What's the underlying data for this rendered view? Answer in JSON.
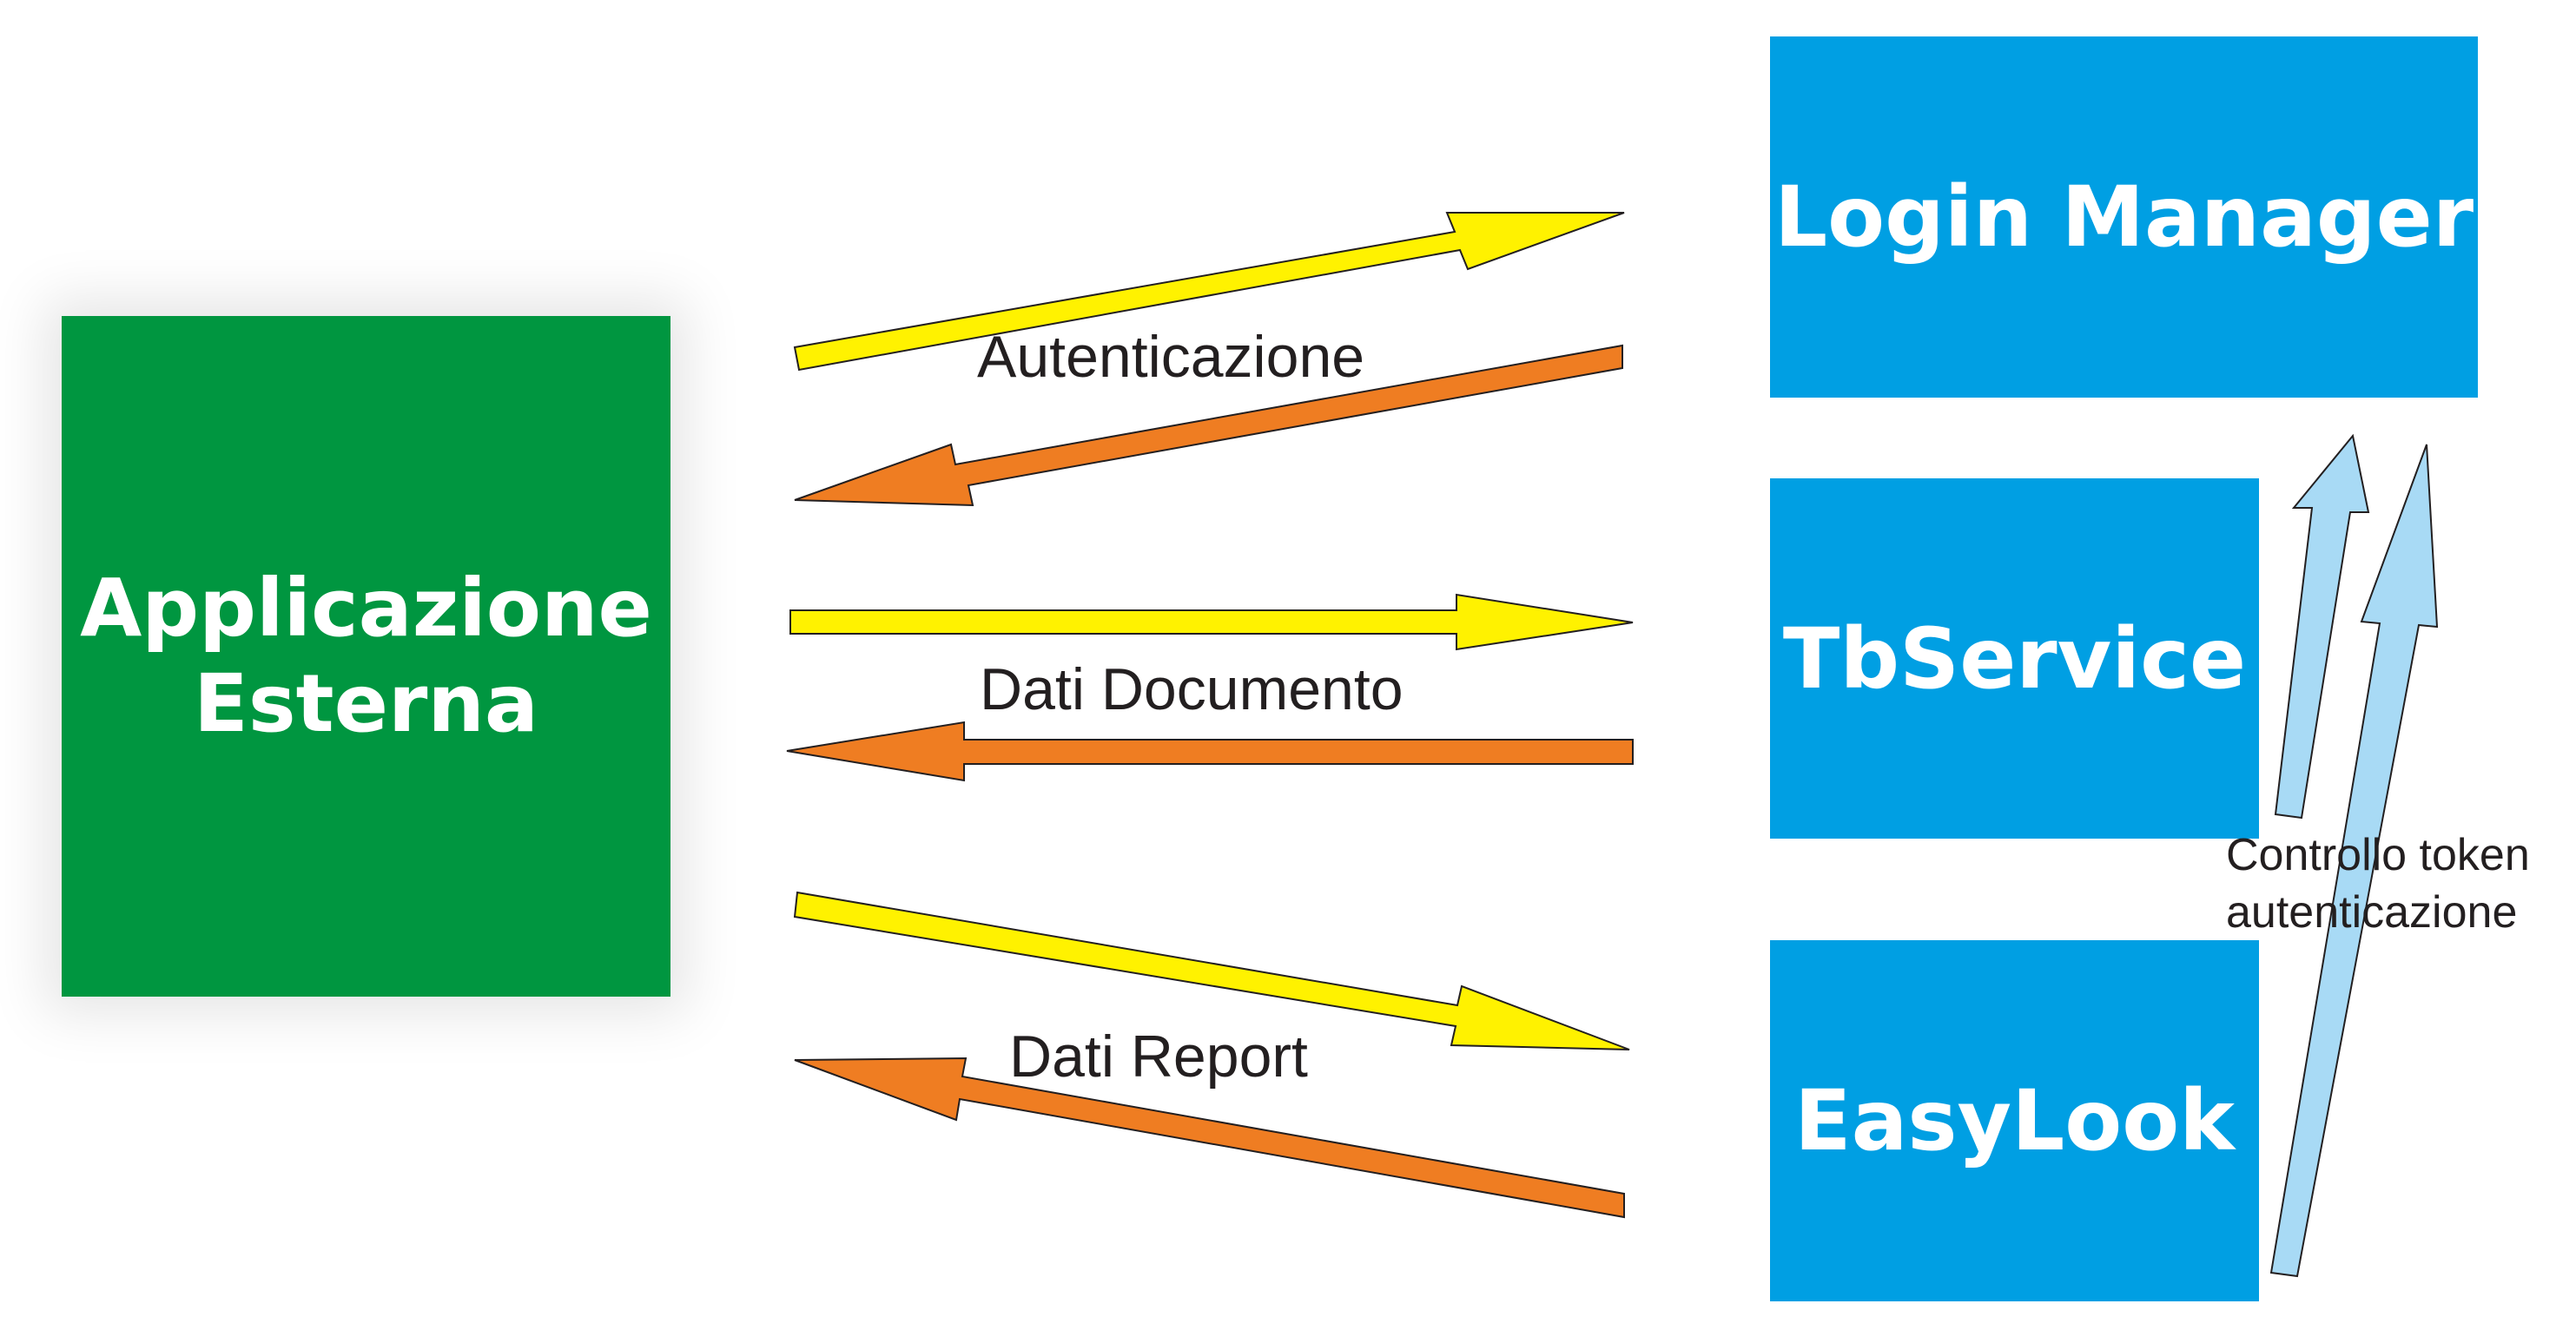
{
  "colors": {
    "app_box": "#009640",
    "service_box": "#009fe3",
    "request_arrow": "#fff200",
    "response_arrow": "#ef7d22",
    "token_arrow": "#a8daf5",
    "outline": "#231f20"
  },
  "nodes": {
    "external_app": {
      "line1": "Applicazione",
      "line2": "Esterna"
    },
    "login_manager": {
      "label": "Login Manager"
    },
    "tb_service": {
      "label": "TbService"
    },
    "easylook": {
      "label": "EasyLook"
    }
  },
  "flows": {
    "authentication": {
      "label": "Autenticazione"
    },
    "document_data": {
      "label": "Dati Documento"
    },
    "report_data": {
      "label": "Dati Report"
    }
  },
  "token_check": {
    "line1": "Controllo token",
    "line2": "autenticazione"
  }
}
